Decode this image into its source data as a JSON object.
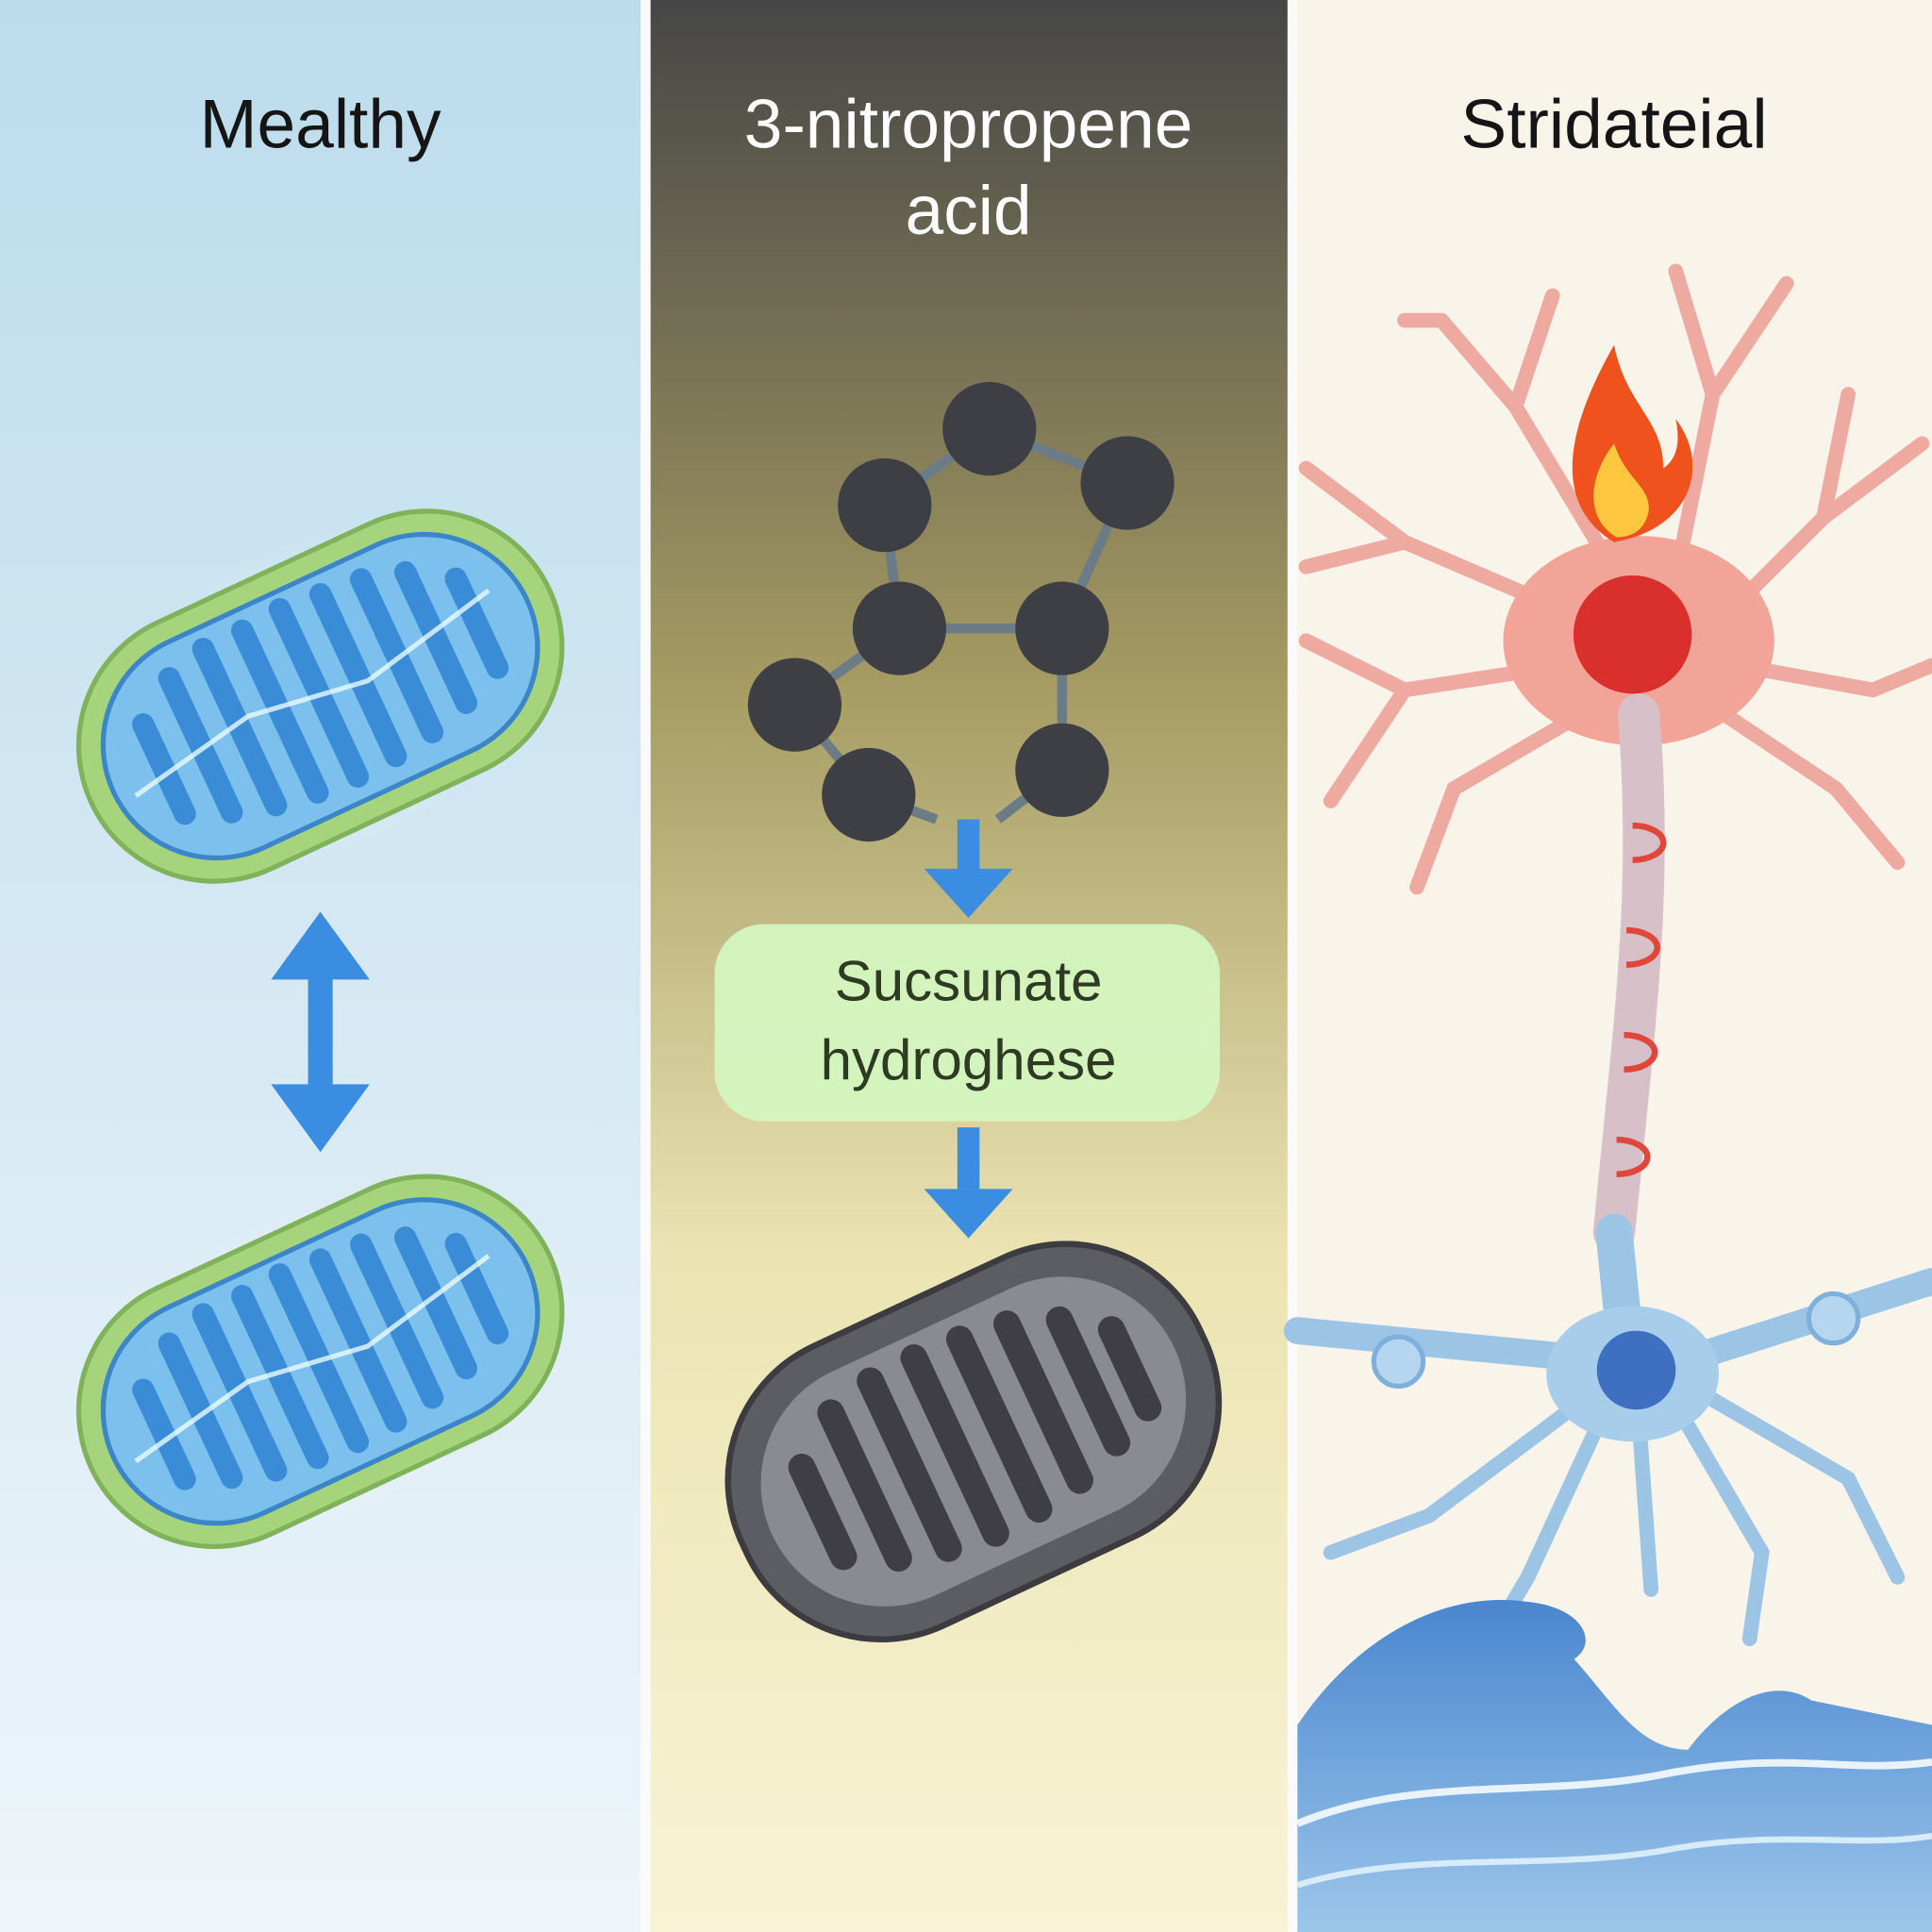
{
  "panels": [
    {
      "title": "Mealthy"
    },
    {
      "title_line1": "3-nitropropene",
      "title_line2": "acid",
      "enzyme_line1": "Sucsunate",
      "enzyme_line2": "hydroghese"
    },
    {
      "title": "Stridateial"
    }
  ],
  "colors": {
    "healthy_bg_top": "#bcdcec",
    "healthy_bg_bottom": "#eef5fa",
    "toxin_bg_top": "#4a4a4a",
    "toxin_bg_bottom": "#f7f2d2",
    "neuron_bg": "#f8f4ea",
    "mito_membrane": "#a6d47c",
    "mito_inner": "#4aa3e6",
    "arrow": "#3a8de0",
    "neuron_red": "#f09a8e",
    "neuron_blue": "#9cc4e4",
    "wave": "#3b77c4"
  }
}
